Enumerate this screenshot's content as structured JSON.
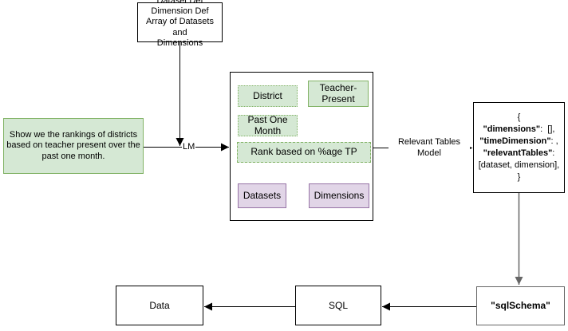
{
  "diagram": {
    "defs_box": {
      "lines": [
        "Dataset Def",
        "Dimension Def",
        "Array of Datasets and",
        "Dimensions"
      ]
    },
    "query_box": {
      "lines": [
        "Show we the rankings of districts",
        "based on teacher present over the",
        "past one month."
      ]
    },
    "container": {
      "district": "District",
      "teacher_present": "Teacher-Present",
      "past_one_month": "Past One Month",
      "rank": "Rank based on %age TP",
      "datasets": "Datasets",
      "dimensions": "Dimensions"
    },
    "edges": {
      "llm_label": "LM",
      "relevant_tables_line1": "Relevant Tables",
      "relevant_tables_line2": "Model"
    },
    "json_box": {
      "lines": [
        {
          "key": "",
          "rest": "{"
        },
        {
          "key": "\"dimensions\"",
          "rest": ":  [],"
        },
        {
          "key": "\"timeDimension\"",
          "rest": ": ,"
        },
        {
          "key": "\"relevantTables\"",
          "rest": ":"
        },
        {
          "key": "",
          "rest": "[dataset, dimension],"
        },
        {
          "key": "",
          "rest": "}"
        }
      ]
    },
    "sqlschema_box": {
      "label": "\"sqlSchema\""
    },
    "sql_box": {
      "label": "SQL"
    },
    "data_box": {
      "label": "Data"
    },
    "colors": {
      "green_fill": "#d5e8d4",
      "green_border": "#82b366",
      "purple_fill": "#e1d5e7",
      "purple_border": "#9673a6",
      "box_border": "#000000",
      "gray_edge": "#666666"
    }
  }
}
